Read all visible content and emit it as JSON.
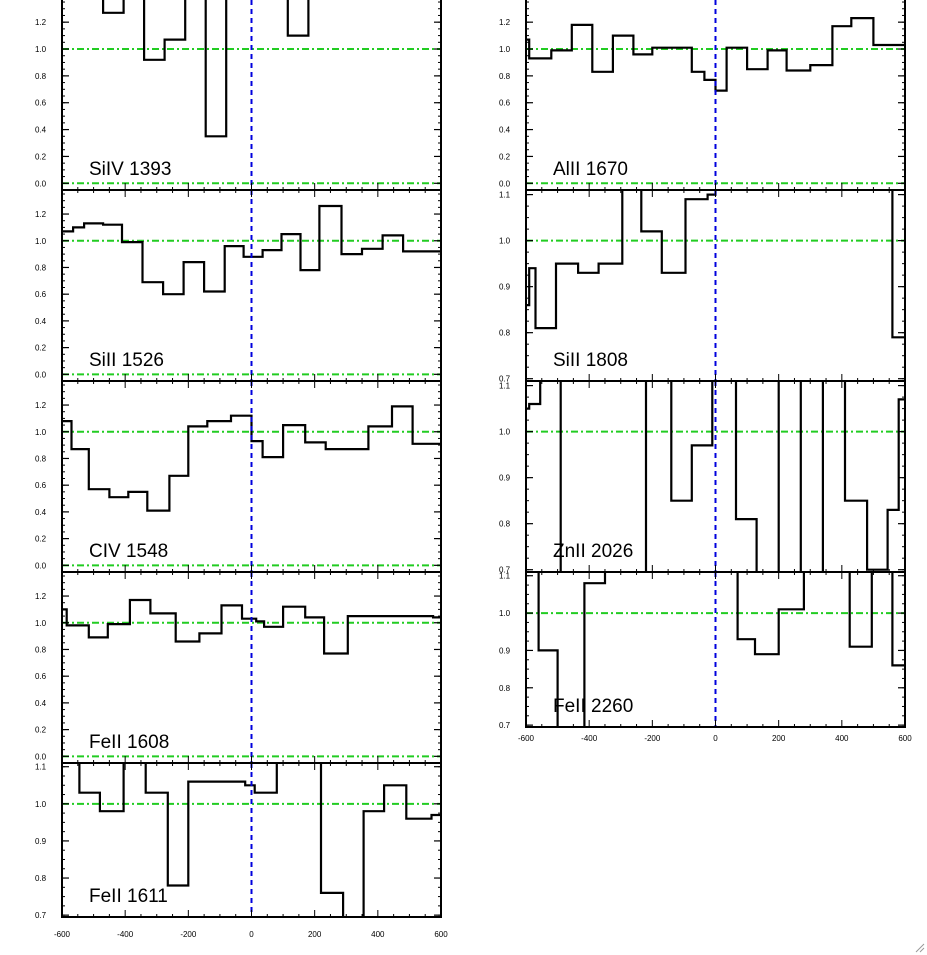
{
  "chart_data": [
    {
      "type": "line",
      "title": "SiIV 1393",
      "xlim": [
        -600,
        600
      ],
      "ylim": [
        -0.05,
        1.38
      ],
      "yticks": [
        0.0,
        0.2,
        0.4,
        0.6,
        0.8,
        1.0,
        1.2
      ],
      "ytick_labels": [
        "0.0",
        "0.2",
        "0.4",
        "0.6",
        "0.8",
        "1.0",
        "1.2"
      ],
      "reference_lines": {
        "continuum": 1.0,
        "zero": 0.0,
        "velocity_zero": 0
      },
      "x": [
        -600,
        -535,
        -470,
        -405,
        -340,
        -275,
        -210,
        -145,
        -80,
        -15,
        50,
        115,
        180,
        245,
        310,
        375,
        440,
        505,
        570,
        600
      ],
      "values": [
        1.45,
        1.45,
        1.27,
        1.45,
        0.92,
        1.07,
        1.45,
        0.35,
        1.45,
        1.45,
        1.45,
        1.1,
        1.45,
        1.45,
        1.45,
        1.45,
        1.45,
        1.45,
        1.45,
        1.45
      ]
    },
    {
      "type": "line",
      "title": "SiII 1526",
      "xlim": [
        -600,
        600
      ],
      "ylim": [
        -0.05,
        1.38
      ],
      "yticks": [
        0.0,
        0.2,
        0.4,
        0.6,
        0.8,
        1.0,
        1.2
      ],
      "ytick_labels": [
        "0.0",
        "0.2",
        "0.4",
        "0.6",
        "0.8",
        "1.0",
        "1.2"
      ],
      "reference_lines": {
        "continuum": 1.0,
        "zero": 0.0,
        "velocity_zero": 0
      },
      "x": [
        -600,
        -565,
        -530,
        -470,
        -410,
        -345,
        -280,
        -215,
        -150,
        -85,
        -25,
        35,
        95,
        155,
        215,
        285,
        350,
        415,
        480,
        545,
        600
      ],
      "values": [
        1.07,
        1.1,
        1.13,
        1.12,
        0.99,
        0.69,
        0.6,
        0.84,
        0.62,
        0.96,
        0.88,
        0.93,
        1.05,
        0.78,
        1.26,
        0.9,
        0.94,
        1.04,
        0.92,
        0.92,
        0.92
      ]
    },
    {
      "type": "line",
      "title": "CIV 1548",
      "xlim": [
        -600,
        600
      ],
      "ylim": [
        -0.05,
        1.38
      ],
      "yticks": [
        0.0,
        0.2,
        0.4,
        0.6,
        0.8,
        1.0,
        1.2
      ],
      "ytick_labels": [
        "0.0",
        "0.2",
        "0.4",
        "0.6",
        "0.8",
        "1.0",
        "1.2"
      ],
      "reference_lines": {
        "continuum": 1.0,
        "zero": 0.0,
        "velocity_zero": 0
      },
      "x": [
        -600,
        -570,
        -515,
        -450,
        -390,
        -330,
        -260,
        -200,
        -140,
        -65,
        0,
        35,
        100,
        170,
        235,
        300,
        370,
        445,
        510,
        585,
        600
      ],
      "values": [
        1.08,
        0.87,
        0.57,
        0.51,
        0.55,
        0.41,
        0.67,
        1.04,
        1.08,
        1.12,
        0.93,
        0.81,
        1.05,
        0.92,
        0.87,
        0.87,
        1.04,
        1.19,
        0.91,
        0.91,
        0.91
      ]
    },
    {
      "type": "line",
      "title": "FeII 1608",
      "xlim": [
        -600,
        600
      ],
      "ylim": [
        -0.05,
        1.38
      ],
      "yticks": [
        0.0,
        0.2,
        0.4,
        0.6,
        0.8,
        1.0,
        1.2
      ],
      "ytick_labels": [
        "0.0",
        "0.2",
        "0.4",
        "0.6",
        "0.8",
        "1.0",
        "1.2"
      ],
      "reference_lines": {
        "continuum": 1.0,
        "zero": 0.0,
        "velocity_zero": 0
      },
      "x": [
        -600,
        -585,
        -515,
        -455,
        -385,
        -320,
        -240,
        -165,
        -95,
        -30,
        15,
        40,
        100,
        170,
        230,
        305,
        370,
        435,
        505,
        575,
        600
      ],
      "values": [
        1.1,
        0.98,
        0.89,
        0.99,
        1.17,
        1.07,
        0.86,
        0.92,
        1.13,
        1.03,
        1.01,
        0.97,
        1.12,
        1.04,
        0.77,
        1.05,
        1.05,
        1.05,
        1.05,
        1.04,
        1.04
      ]
    },
    {
      "type": "line",
      "title": "FeII 1611",
      "xlim": [
        -600,
        600
      ],
      "ylim": [
        0.695,
        1.11
      ],
      "yticks": [
        0.7,
        0.8,
        0.9,
        1.0,
        1.1
      ],
      "ytick_labels": [
        "0.7",
        "0.8",
        "0.9",
        "1.0",
        "1.1"
      ],
      "reference_lines": {
        "continuum": 1.0,
        "velocity_zero": 0
      },
      "x": [
        -600,
        -545,
        -480,
        -405,
        -335,
        -265,
        -200,
        -110,
        -20,
        10,
        80,
        135,
        220,
        290,
        355,
        420,
        490,
        570,
        600
      ],
      "values": [
        1.15,
        1.03,
        0.98,
        1.15,
        1.03,
        0.78,
        1.06,
        1.06,
        1.05,
        1.03,
        1.15,
        1.15,
        0.76,
        0.66,
        0.98,
        1.05,
        0.96,
        0.97,
        0.97
      ]
    },
    {
      "type": "line",
      "title": "AlII 1670",
      "xlim": [
        -600,
        600
      ],
      "ylim": [
        -0.05,
        1.38
      ],
      "yticks": [
        0.0,
        0.2,
        0.4,
        0.6,
        0.8,
        1.0,
        1.2
      ],
      "ytick_labels": [
        "0.0",
        "0.2",
        "0.4",
        "0.6",
        "0.8",
        "1.0",
        "1.2"
      ],
      "reference_lines": {
        "continuum": 1.0,
        "zero": 0.0,
        "velocity_zero": 0
      },
      "x": [
        -600,
        -590,
        -520,
        -455,
        -390,
        -325,
        -260,
        -200,
        -140,
        -75,
        -35,
        0,
        35,
        100,
        165,
        225,
        300,
        370,
        430,
        500,
        560,
        600
      ],
      "values": [
        1.07,
        0.93,
        0.99,
        1.18,
        0.83,
        1.1,
        0.96,
        1.01,
        1.01,
        0.83,
        0.77,
        0.69,
        1.01,
        0.85,
        0.99,
        0.84,
        0.88,
        1.17,
        1.23,
        1.03,
        1.03,
        1.03
      ]
    },
    {
      "type": "line",
      "title": "SiII 1808",
      "xlim": [
        -600,
        600
      ],
      "ylim": [
        0.695,
        1.11
      ],
      "yticks": [
        0.7,
        0.8,
        0.9,
        1.0,
        1.1
      ],
      "ytick_labels": [
        "0.7",
        "0.8",
        "0.9",
        "1.0",
        "1.1"
      ],
      "reference_lines": {
        "continuum": 1.0,
        "velocity_zero": 0
      },
      "x": [
        -600,
        -590,
        -570,
        -505,
        -435,
        -370,
        -295,
        -235,
        -170,
        -95,
        -25,
        0,
        530,
        560,
        600
      ],
      "values": [
        0.86,
        0.94,
        0.81,
        0.95,
        0.93,
        0.95,
        1.15,
        1.02,
        0.93,
        1.09,
        1.1,
        1.15,
        1.15,
        0.79,
        0.79
      ]
    },
    {
      "type": "line",
      "title": "ZnII 2026",
      "xlim": [
        -600,
        600
      ],
      "ylim": [
        0.695,
        1.11
      ],
      "yticks": [
        0.7,
        0.8,
        0.9,
        1.0,
        1.1
      ],
      "ytick_labels": [
        "0.7",
        "0.8",
        "0.9",
        "1.0",
        "1.1"
      ],
      "reference_lines": {
        "continuum": 1.0,
        "velocity_zero": 0
      },
      "x": [
        -600,
        -590,
        -555,
        -490,
        -425,
        -360,
        -290,
        -220,
        -140,
        -75,
        -10,
        65,
        130,
        200,
        270,
        340,
        410,
        480,
        545,
        580,
        600
      ],
      "values": [
        1.05,
        1.06,
        1.15,
        0.6,
        0.6,
        0.6,
        0.69,
        1.15,
        0.85,
        0.97,
        1.15,
        0.81,
        0.6,
        1.15,
        0.6,
        1.15,
        0.85,
        0.7,
        0.83,
        1.07,
        1.07
      ]
    },
    {
      "type": "line",
      "title": "FeII 2260",
      "xlim": [
        -600,
        600
      ],
      "ylim": [
        0.695,
        1.11
      ],
      "yticks": [
        0.7,
        0.8,
        0.9,
        1.0,
        1.1
      ],
      "ytick_labels": [
        "0.7",
        "0.8",
        "0.9",
        "1.0",
        "1.1"
      ],
      "xticks": [
        -600,
        -400,
        -200,
        0,
        200,
        400,
        600
      ],
      "xtick_labels": [
        "-600",
        "-400",
        "-200",
        "0",
        "200",
        "400",
        "600"
      ],
      "reference_lines": {
        "continuum": 1.0,
        "velocity_zero": 0
      },
      "x": [
        -600,
        -560,
        -500,
        -415,
        -350,
        -200,
        -130,
        70,
        125,
        200,
        280,
        350,
        425,
        495,
        560,
        600
      ],
      "values": [
        1.15,
        0.9,
        0.6,
        1.08,
        1.15,
        1.15,
        1.15,
        0.93,
        0.89,
        1.01,
        1.15,
        1.15,
        0.91,
        1.15,
        0.86,
        0.86
      ]
    }
  ],
  "bottom_axis": {
    "xticks": [
      -600,
      -400,
      -200,
      0,
      200,
      400,
      600
    ],
    "xtick_labels": [
      "-600",
      "-400",
      "-200",
      "0",
      "200",
      "400",
      "600"
    ]
  },
  "colors": {
    "spectrum": "#000000",
    "continuum_line": "#22cc22",
    "velocity_zero_line": "#0000dd",
    "axes": "#000000"
  },
  "icons": {
    "corner": "resize-grip-icon"
  }
}
